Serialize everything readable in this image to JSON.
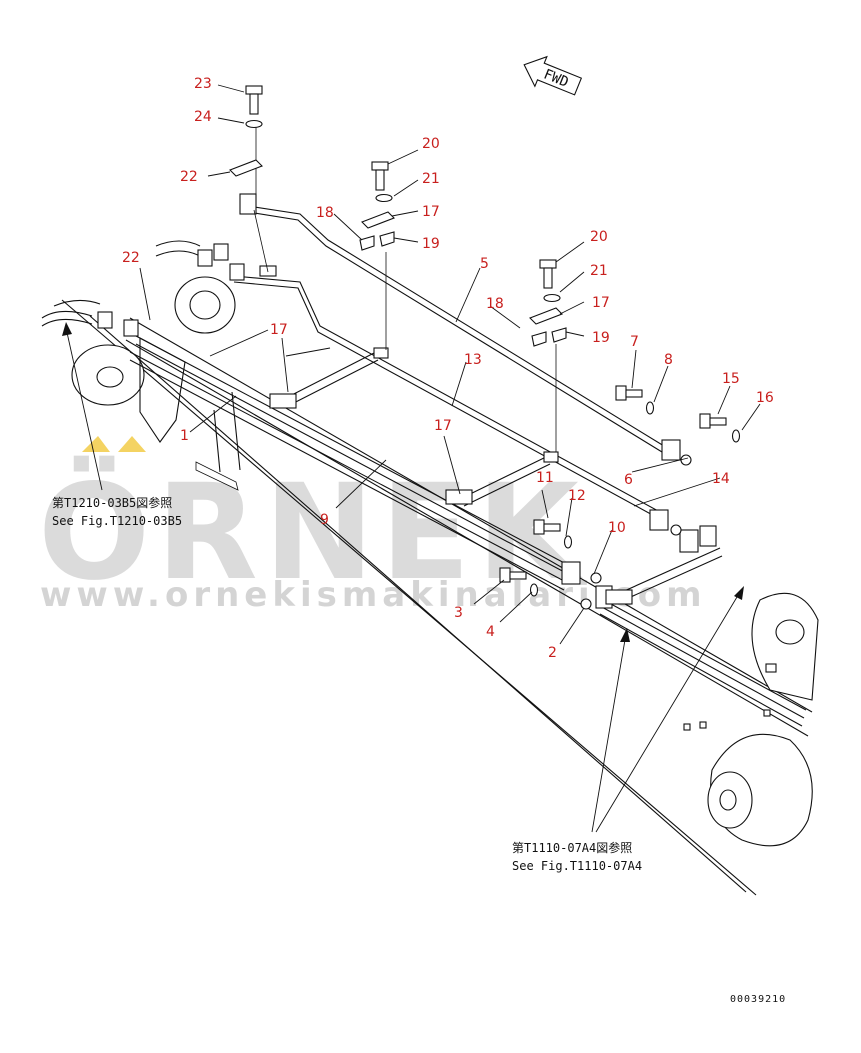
{
  "watermark": {
    "brand": "ÖRNEK",
    "url": "www.ornekismakinalari.com"
  },
  "fwd_label": "FWD",
  "references": [
    {
      "id": "ref-left",
      "jp": "第T1210-03B5図参照",
      "en": "See Fig.T1210-03B5"
    },
    {
      "id": "ref-right",
      "jp": "第T1110-07A4図参照",
      "en": "See Fig.T1110-07A4"
    }
  ],
  "drawing_id": "00039210",
  "part_labels": [
    "23",
    "24",
    "22",
    "18",
    "20",
    "21",
    "17",
    "19",
    "5",
    "22",
    "20",
    "21",
    "18",
    "17",
    "19",
    "7",
    "8",
    "15",
    "16",
    "17",
    "13",
    "1",
    "17",
    "6",
    "14",
    "11",
    "12",
    "9",
    "10",
    "3",
    "4",
    "2"
  ],
  "colors": {
    "label": "#c8201e",
    "line": "#111111",
    "watermark": "#bdbdbd",
    "accent": "#f0c020"
  }
}
